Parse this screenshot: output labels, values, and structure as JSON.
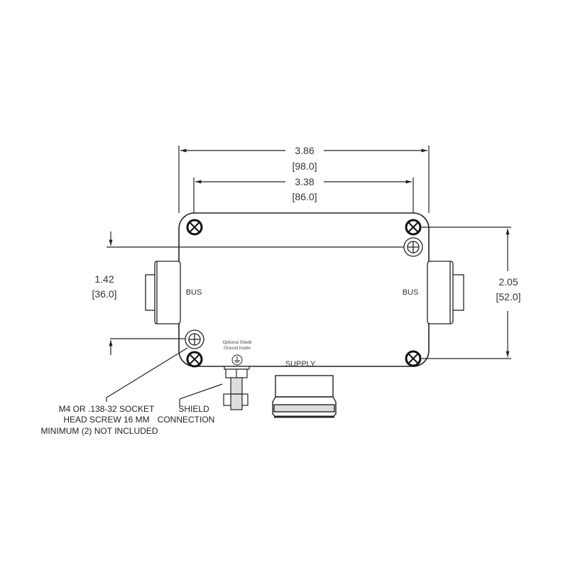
{
  "dimensions": {
    "overall_width": {
      "inch": "3.86",
      "mm": "[98.0]"
    },
    "hole_spacing_width": {
      "inch": "3.38",
      "mm": "[86.0]"
    },
    "height_left": {
      "inch": "1.42",
      "mm": "[36.0]"
    },
    "height_right": {
      "inch": "2.05",
      "mm": "[52.0]"
    }
  },
  "labels": {
    "bus_left": "BUS",
    "bus_right": "BUS",
    "supply": "SUPPLY",
    "shield_ground_line1": "Optional Shield",
    "shield_ground_line2": "Ground Inside"
  },
  "callouts": {
    "screw_line1": "M4 OR .138-32 SOCKET",
    "screw_line2": "HEAD SCREW 16 MM",
    "screw_line3": "MINIMUM (2) NOT INCLUDED",
    "shield_line1": "SHIELD",
    "shield_line2": "CONNECTION"
  },
  "icons": {
    "screw": "screw-icon",
    "mounting_hole": "mounting-hole-icon",
    "ground": "ground-icon"
  }
}
